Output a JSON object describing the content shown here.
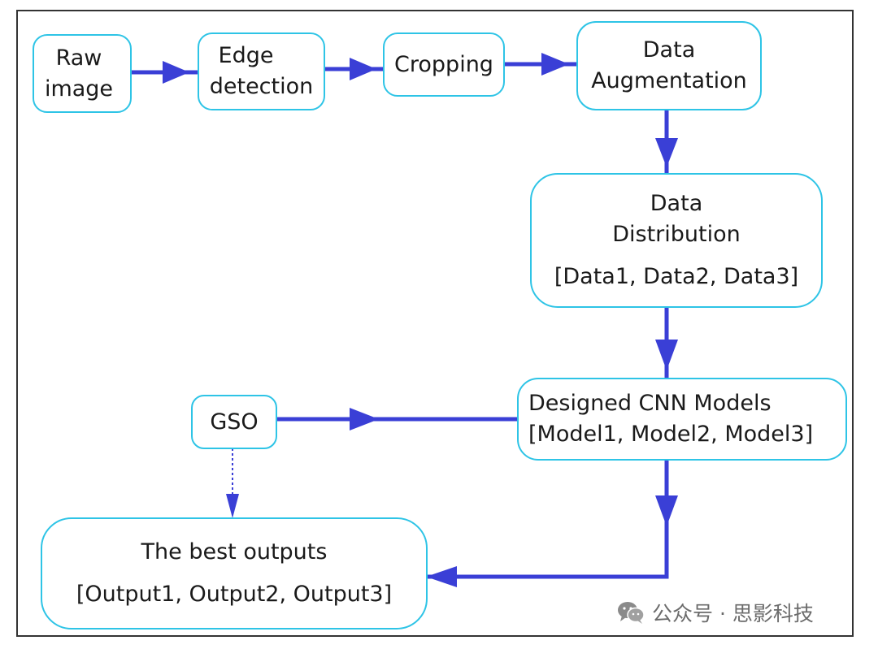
{
  "nodes": {
    "raw_image": [
      "Raw",
      "image"
    ],
    "edge_detection": [
      "Edge",
      "detection"
    ],
    "cropping": [
      "Cropping"
    ],
    "data_augmentation": [
      "Data",
      "Augmentation"
    ],
    "data_distribution": {
      "title": [
        "Data",
        "Distribution"
      ],
      "items": "[Data1, Data2, Data3]"
    },
    "cnn_models": [
      "Designed CNN Models",
      "[Model1, Model2, Model3]"
    ],
    "gso": [
      "GSO"
    ],
    "best_outputs": {
      "title": "The best outputs",
      "items": "[Output1, Output2, Output3]"
    }
  },
  "watermark": {
    "icon": "wechat-icon",
    "text": "公众号 · 思影科技"
  },
  "colors": {
    "box_border": "#2ec4e6",
    "arrow": "#3a3fd6",
    "frame": "#333333",
    "text": "#1a1a1a"
  }
}
